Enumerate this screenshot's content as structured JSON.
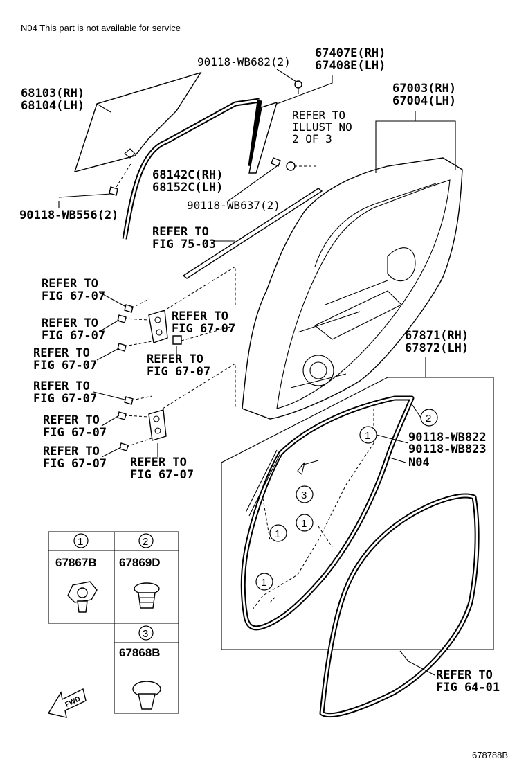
{
  "note": "N04 This part is not available for service",
  "figure_code": "678788B",
  "labels": {
    "p67407": "67407E(RH)",
    "p67408": "67408E(LH)",
    "bolt682": "90118-WB682(2)",
    "p68103": "68103(RH)",
    "p68104": "68104(LH)",
    "p67003": "67003(RH)",
    "p67004": "67004(LH)",
    "refer_illust_1": "REFER TO",
    "refer_illust_2": "ILLUST NO",
    "refer_illust_3": "2 OF 3",
    "p68142": "68142C(RH)",
    "p68152": "68152C(LH)",
    "bolt637": "90118-WB637(2)",
    "bolt556": "90118-WB556(2)",
    "fig7503_1": "REFER TO",
    "fig7503_2": "FIG 75-03",
    "p67871": "67871(RH)",
    "p67872": "67872(LH)",
    "bolt822": "90118-WB822",
    "bolt823": "90118-WB823",
    "n04": "N04",
    "fig6401_1": "REFER TO",
    "fig6401_2": "FIG 64-01",
    "refer_to": "REFER TO",
    "fig6707": "FIG 67-07",
    "c1": "1",
    "c2": "2",
    "c3": "3",
    "legend1": "67867B",
    "legend2": "67869D",
    "legend3": "67868B",
    "fwd": "FWD"
  }
}
